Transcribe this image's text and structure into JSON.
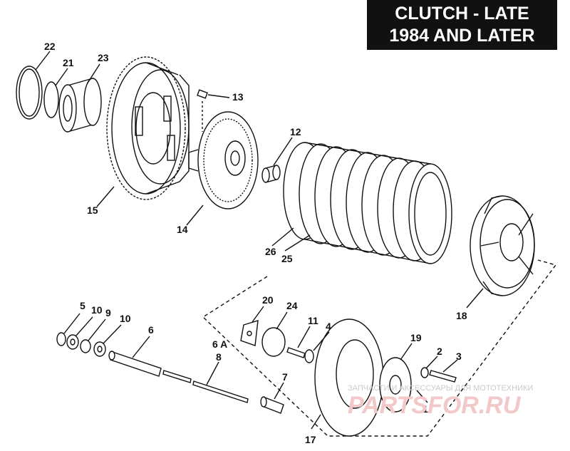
{
  "title": {
    "line1": "CLUTCH - LATE",
    "line2": "1984 AND LATER"
  },
  "callouts": {
    "c22": "22",
    "c21": "21",
    "c23": "23",
    "c13": "13",
    "c12": "12",
    "c15": "15",
    "c14": "14",
    "c26": "26",
    "c25": "25",
    "c18": "18",
    "c5": "5",
    "c10a": "10",
    "c9": "9",
    "c10b": "10",
    "c6": "6",
    "c20": "20",
    "c24": "24",
    "c11": "11",
    "c4": "4",
    "c6a": "6 A",
    "c8": "8",
    "c19": "19",
    "c2": "2",
    "c3": "3",
    "c7": "7",
    "c1": "1",
    "c17": "17"
  },
  "watermark": {
    "line1": "ЗАПЧАСТИ И АКСЕССУАРЫ ДЛЯ МОТОТЕХНИКИ",
    "logo": "PARTSFOR.RU"
  }
}
